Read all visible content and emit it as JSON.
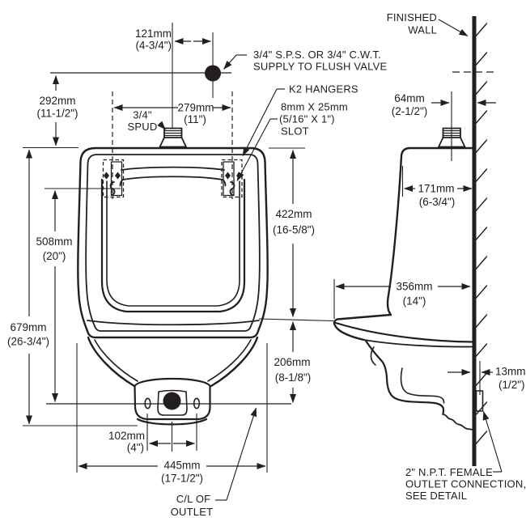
{
  "labels": {
    "finished_wall_1": "FINISHED",
    "finished_wall_2": "WALL",
    "supply_1": "3/4\" S.P.S. OR 3/4\" C.W.T.",
    "supply_2": "SUPPLY TO FLUSH VALVE",
    "k2_hangers": "K2 HANGERS",
    "slot_1": "8mm X 25mm",
    "slot_2": "(5/16\" X 1\")",
    "slot_3": "SLOT",
    "spud_1": "3/4\"",
    "spud_2": "SPUD",
    "cl_outlet_1": "C/L OF",
    "cl_outlet_2": "OUTLET",
    "npt_1": "2\" N.P.T. FEMALE",
    "npt_2": "OUTLET CONNECTION,",
    "npt_3": "SEE DETAIL"
  },
  "dims": {
    "d121": {
      "mm": "121mm",
      "inch": "(4-3/4\")"
    },
    "d292": {
      "mm": "292mm",
      "inch": "(11-1/2\")"
    },
    "d279": {
      "mm": "279mm",
      "inch": "(11\")"
    },
    "d64": {
      "mm": "64mm",
      "inch": "(2-1/2\")"
    },
    "d171": {
      "mm": "171mm",
      "inch": "(6-3/4\")"
    },
    "d356": {
      "mm": "356mm",
      "inch": "(14\")"
    },
    "d422": {
      "mm": "422mm",
      "inch": "(16-5/8\")"
    },
    "d206": {
      "mm": "206mm",
      "inch": "(8-1/8\")"
    },
    "d508": {
      "mm": "508mm",
      "inch": "(20\")"
    },
    "d679": {
      "mm": "679mm",
      "inch": "(26-3/4\")"
    },
    "d102": {
      "mm": "102mm",
      "inch": "(4\")"
    },
    "d445": {
      "mm": "445mm",
      "inch": "(17-1/2\")"
    },
    "d13": {
      "mm": "13mm",
      "inch": "(1/2\")"
    }
  },
  "colors": {
    "line_color": "#231f20",
    "background": "#ffffff"
  }
}
